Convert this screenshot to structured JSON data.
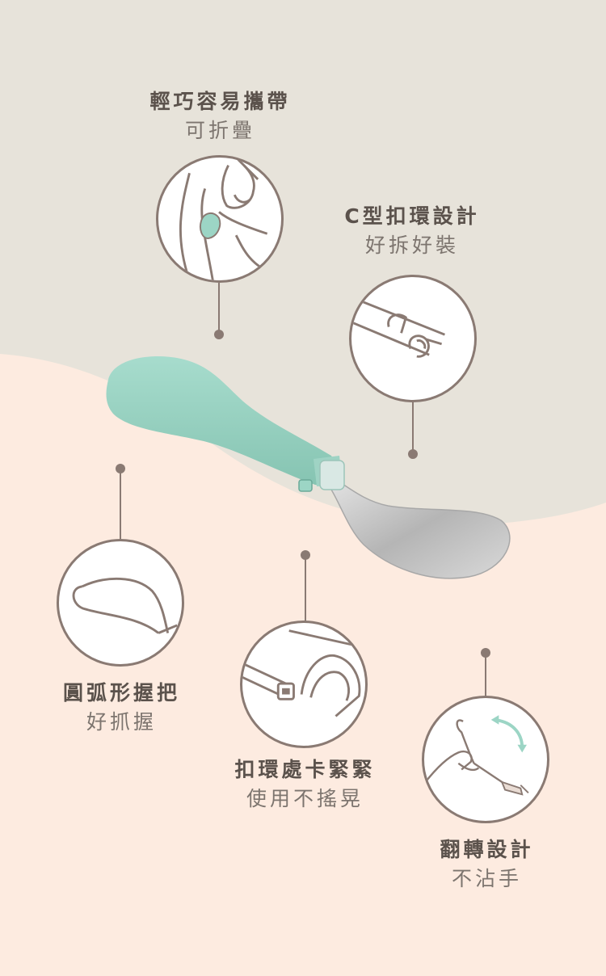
{
  "colors": {
    "top_background": "#e7e3da",
    "bottom_background": "#fdebe0",
    "line_color": "#8a7a73",
    "mint": "#9cd5c5",
    "steel": "#b9b9b9"
  },
  "features": {
    "portable": {
      "title": "輕巧容易攜帶",
      "subtitle": "可折疊",
      "icon": "hand-holding-folded-spoon-icon"
    },
    "c_ring": {
      "title": "C型扣環設計",
      "subtitle": "好拆好裝",
      "icon": "c-ring-clip-icon"
    },
    "handle": {
      "title": "圓弧形握把",
      "subtitle": "好抓握",
      "icon": "curved-handle-icon"
    },
    "buckle": {
      "title": "扣環處卡緊緊",
      "subtitle": "使用不搖晃",
      "icon": "buckle-lock-icon"
    },
    "flip": {
      "title": "翻轉設計",
      "subtitle": "不沾手",
      "icon": "flip-spoon-icon"
    }
  },
  "product": {
    "icon": "folding-spoon-icon"
  }
}
